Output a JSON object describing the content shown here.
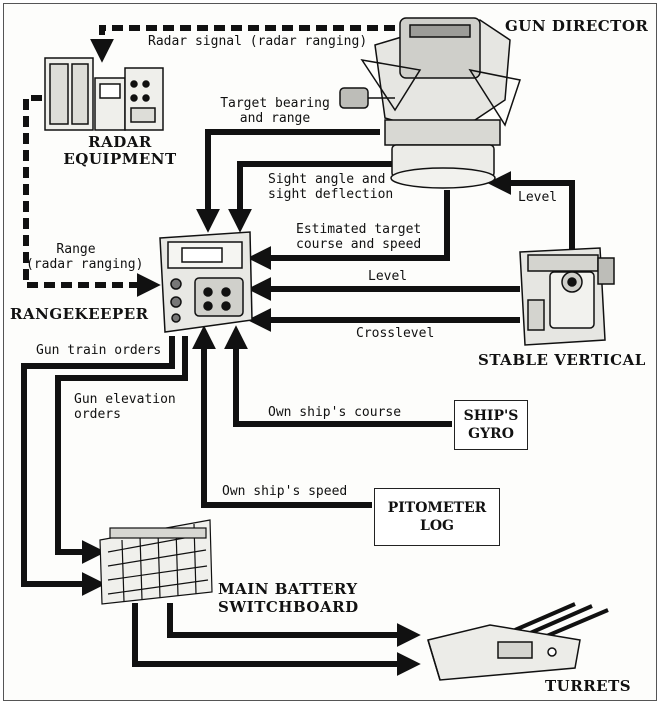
{
  "components": {
    "gun_director": "GUN DIRECTOR",
    "radar_line1": "RADAR",
    "radar_line2": "EQUIPMENT",
    "rangekeeper": "RANGEKEEPER",
    "stable_vertical": "STABLE VERTICAL",
    "ships_gyro_line1": "SHIP'S",
    "ships_gyro_line2": "GYRO",
    "pitometer_line1": "PITOMETER",
    "pitometer_line2": "LOG",
    "switchboard_line1": "MAIN BATTERY",
    "switchboard_line2": "SWITCHBOARD",
    "turrets": "TURRETS"
  },
  "signals": {
    "radar_signal": "Radar signal (radar ranging)",
    "target_bearing_1": "Target bearing",
    "target_bearing_2": "and range",
    "sight_angle_1": "Sight angle and",
    "sight_angle_2": "sight deflection",
    "estimated_1": "Estimated target",
    "estimated_2": "course and speed",
    "level_director": "Level",
    "level_rk": "Level",
    "crosslevel": "Crosslevel",
    "range_1": "Range",
    "range_2": "(radar ranging)",
    "gun_train": "Gun train orders",
    "gun_elev_1": "Gun elevation",
    "gun_elev_2": "orders",
    "own_course": "Own ship's course",
    "own_speed": "Own ship's speed"
  }
}
